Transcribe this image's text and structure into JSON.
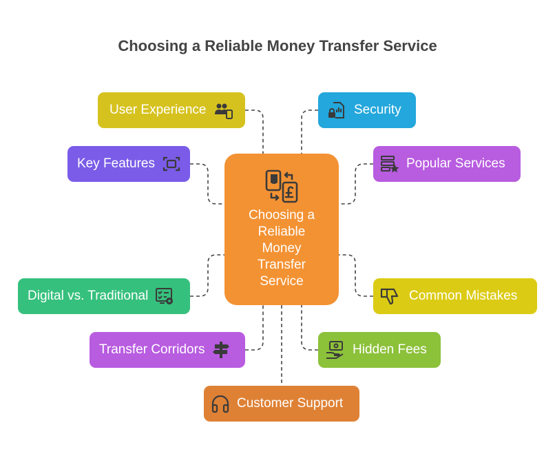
{
  "title": "Choosing a Reliable Money Transfer Service",
  "center": {
    "label_lines": [
      "Choosing a",
      "Reliable",
      "Money",
      "Transfer",
      "Service"
    ],
    "color": "#f39233",
    "icon": "money-exchange-icon"
  },
  "nodes": [
    {
      "label": "User Experience",
      "color": "#d6c21f",
      "icon": "users-device-icon"
    },
    {
      "label": "Security",
      "color": "#23a7dc",
      "icon": "secure-document-icon"
    },
    {
      "label": "Key Features",
      "color": "#7a5ce8",
      "icon": "frame-icon"
    },
    {
      "label": "Popular Services",
      "color": "#b85ce0",
      "icon": "server-star-icon"
    },
    {
      "label": "Digital vs. Traditional",
      "color": "#36c07d",
      "icon": "checklist-gear-icon"
    },
    {
      "label": "Common Mistakes",
      "color": "#dccb14",
      "icon": "thumbs-down-icon"
    },
    {
      "label": "Transfer Corridors",
      "color": "#b85ce0",
      "icon": "signpost-icon"
    },
    {
      "label": "Hidden Fees",
      "color": "#8cc13a",
      "icon": "hand-money-icon"
    },
    {
      "label": "Customer Support",
      "color": "#df8135",
      "icon": "headphones-icon"
    }
  ]
}
